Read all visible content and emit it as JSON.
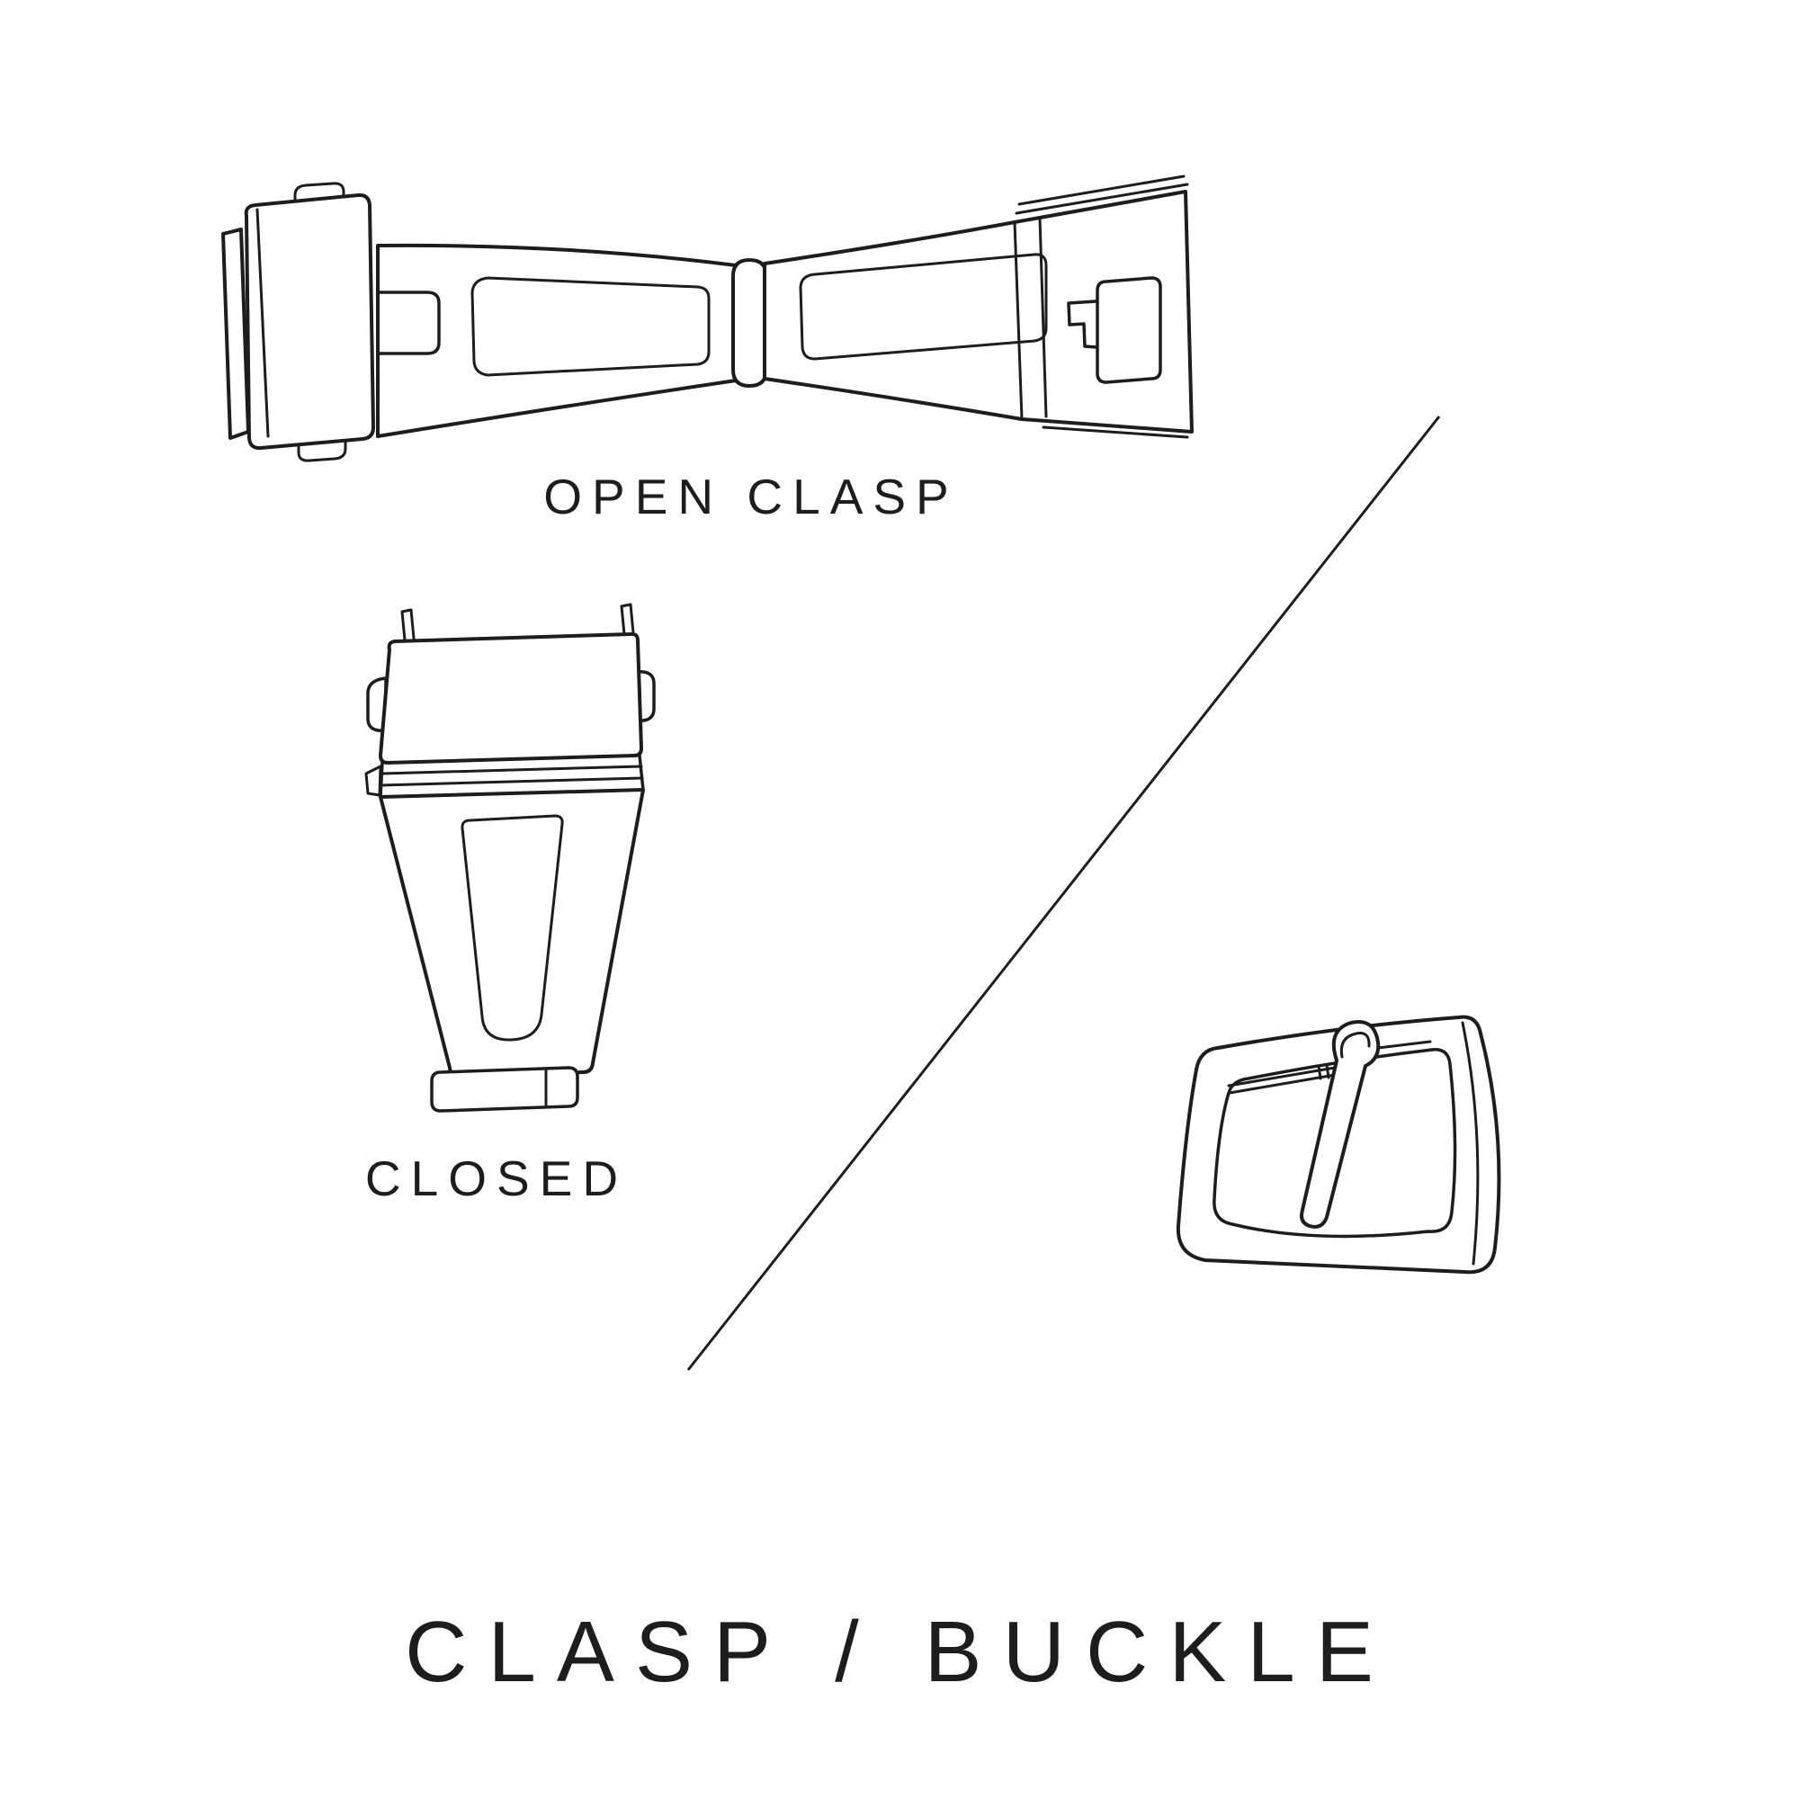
{
  "page": {
    "background": "#ffffff",
    "ink": "#1d1d1d"
  },
  "labels": {
    "open_clasp": "OPEN CLASP",
    "closed": "CLOSED",
    "title": "CLASP / BUCKLE"
  },
  "icons": [
    {
      "name": "open-clasp-illustration",
      "meaning": "watch deployant clasp drawn open"
    },
    {
      "name": "closed-clasp-illustration",
      "meaning": "watch deployant clasp drawn closed"
    },
    {
      "name": "tang-buckle-illustration",
      "meaning": "watch strap tang buckle"
    },
    {
      "name": "diagonal-divider",
      "meaning": "thin diagonal separator line"
    }
  ]
}
